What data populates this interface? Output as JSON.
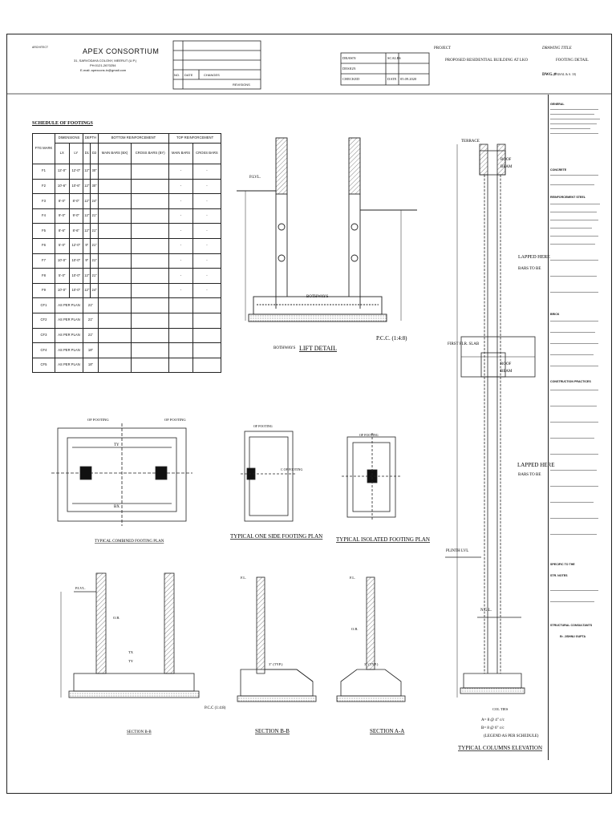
{
  "title_block": {
    "architect_label": "ARCHITECT",
    "firm_name": "APEX CONSORTIUM",
    "address": "31, SARVODAYA COLONY, MEERUT (U.P.)",
    "phone": "PH:0121-2670254",
    "email": "E-mail: apexcons.in@gmail.com",
    "rev_no": "NO.",
    "rev_date": "DATE",
    "rev_changes": "CHANGES",
    "revisions": "REVISIONS",
    "drawn": "DRAWN",
    "design": "DESIGN",
    "checked": "CHECKED",
    "scales": "SCALES",
    "date": "DATE",
    "date_value": "05.09.2020",
    "project_label": "PROJECT",
    "project_value": "PROPOSED RESIDENTIAL BUILDING AT LKO",
    "drawing_title_label": "DRAWING TITLE",
    "drawing_title_value": "FOOTING DETAIL",
    "dwg_no_label": "DWG. #",
    "dwg_no_value": "(FAISAL & S. 10)"
  },
  "schedule": {
    "title": "SCHEDULE OF FOOTINGS",
    "headers": {
      "ftg_mark": "FTG MARK",
      "dimensions": "DIMENSIONS",
      "depth": "DEPTH",
      "bottom": "BOTTOM REINFORCEMENT",
      "top": "TOP REINFORCEMENT",
      "lx": "LX",
      "ly": "LY",
      "d1": "D1",
      "d2": "D2",
      "main_bars_bx": "MAIN BARS (BX)",
      "cross_bars_by": "CROSS BARS (BY)",
      "main_bars": "MAIN BARS",
      "cross_bars": "CROSS BARS"
    },
    "rows": [
      [
        "F1",
        "12'-0\"",
        "12'-0\"",
        "12\"",
        "30\"",
        "",
        "",
        "-",
        "-"
      ],
      [
        "F2",
        "10'-6\"",
        "10'-6\"",
        "12\"",
        "30\"",
        "",
        "",
        "-",
        "-"
      ],
      [
        "F3",
        "8'-0\"",
        "8'-0\"",
        "12\"",
        "24\"",
        "",
        "",
        "-",
        "-"
      ],
      [
        "F4",
        "9'-0\"",
        "9'-0\"",
        "12\"",
        "21\"",
        "",
        "",
        "-",
        "-"
      ],
      [
        "F5",
        "8'-6\"",
        "8'-6\"",
        "12\"",
        "21\"",
        "",
        "",
        "-",
        "-"
      ],
      [
        "F6",
        "5'-0\"",
        "12'-0\"",
        "9\"",
        "21\"",
        "",
        "",
        "-",
        "-"
      ],
      [
        "F7",
        "10'-0\"",
        "10'-0\"",
        "9\"",
        "21\"",
        "",
        "",
        "-",
        "-"
      ],
      [
        "F8",
        "5'-0\"",
        "10'-0\"",
        "12\"",
        "21\"",
        "",
        "",
        "-",
        "-"
      ],
      [
        "F9",
        "10'-0\"",
        "10'-0\"",
        "12\"",
        "24\"",
        "",
        "",
        "-",
        "-"
      ],
      [
        "CF1",
        "AS PER PLAN",
        "",
        "21\"",
        "",
        "",
        "",
        "",
        ""
      ],
      [
        "CF2",
        "AS PER PLAN",
        "",
        "21\"",
        "",
        "",
        "",
        "",
        ""
      ],
      [
        "CF3",
        "AS PER PLAN",
        "",
        "21\"",
        "",
        "",
        "",
        "",
        ""
      ],
      [
        "CF4",
        "AS PER PLAN",
        "",
        "18\"",
        "",
        "",
        "",
        "",
        ""
      ],
      [
        "CF5",
        "AS PER PLAN",
        "",
        "18\"",
        "",
        "",
        "",
        "",
        ""
      ]
    ]
  },
  "labels": {
    "lift_detail": "LIFT DETAIL",
    "plvl": "P.LVL.",
    "bothways": "BOTHWAYS",
    "pcc": "P.C.C. (1:4:8)",
    "typical_combined": "TYPICAL COMBINED FOOTING PLAN",
    "typical_one_side": "TYPICAL ONE SIDE FOOTING PLAN",
    "typical_isolated": "TYPICAL ISOLATED FOOTING PLAN",
    "of_footing": "OF FOOTING",
    "ty": "TY",
    "bx": "BX",
    "section_bb_small": "SECTION B-B",
    "section_bb": "SECTION B-B",
    "section_aa": "SECTION A-A",
    "pcc_small": "P.C.C (1:4:8)",
    "terrace": "TERRACE",
    "roof_beam": "ROOF BEAM",
    "lapped_here": "LAPPED HERE",
    "bars_to_be": "BARS TO BE",
    "first_flr_slab": "FIRST FLR. SLAB",
    "plinth_lvl": "PLINTH LVL",
    "ngl": "N.G.L.",
    "col_ties": "COL TIES",
    "a_eq": "A= 8 @ 4\" c/c",
    "b_eq": "B= 8 @ 6\" c/c",
    "legend_sched": "(LEGEND AS PER SCHEDULE)",
    "typical_columns": "TYPICAL COLUMNS ELEVATION",
    "ob": "O.B.",
    "tx": "TX",
    "ty_small": "TY",
    "typ": "3\" (TYP.)",
    "fl": "F.L."
  },
  "notes": {
    "general": "GENERAL",
    "concrete": "CONCRETE",
    "reinforcement": "REINFORCEMENT STEEL",
    "brick": "BRICK",
    "construction": "CONSTRUCTION PRACTICES",
    "specific": "SPECIFIC TO THE",
    "str_notes": "STR. NOTES",
    "consultants": "STRUCTURAL CONSULTANTS",
    "consultant_name": "Er. JISHNU GUPTA"
  }
}
